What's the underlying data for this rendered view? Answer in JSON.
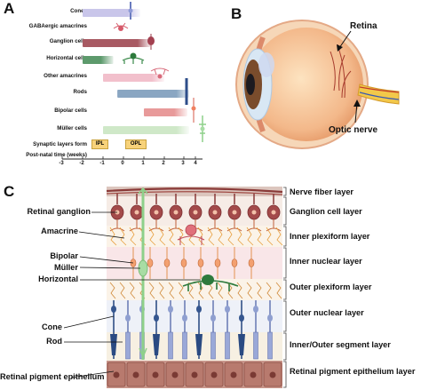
{
  "panel_a": {
    "letter": "A",
    "rows": [
      {
        "label": "Cones",
        "start": -2,
        "end": 0.8,
        "color": "#c9c6ea"
      },
      {
        "label": "GABAergic amacrines",
        "start": null,
        "end": null,
        "color": null
      },
      {
        "label": "Ganglion cells",
        "start": -2,
        "end": 1.3,
        "color": "#a85a63"
      },
      {
        "label": "Horizontal cells",
        "start": -2,
        "end": -0.5,
        "color": "#5d9a6c"
      },
      {
        "label": "Other amacrines",
        "start": -1,
        "end": 2.0,
        "color": "#f2c0cc"
      },
      {
        "label": "Rods",
        "start": -0.3,
        "end": 3.2,
        "color": "#8aa6c2"
      },
      {
        "label": "Bipolar cells",
        "start": 1.0,
        "end": 3.1,
        "color": "#e89a9a"
      },
      {
        "label": "Müller cells",
        "start": -1,
        "end": 3.2,
        "color": "#cfe8c8"
      },
      {
        "label": "Synaptic layers form",
        "start": null,
        "end": null,
        "color": null
      }
    ],
    "synaptic_tags": [
      {
        "label": "IPL",
        "at": -0.7
      },
      {
        "label": "OPL",
        "at": 0.9
      }
    ],
    "axis_label": "Post-natal time (weeks)",
    "ticks": [
      "-3",
      "-2",
      "-1",
      "0",
      "1",
      "2",
      "3",
      "4"
    ]
  },
  "panel_b": {
    "letter": "B",
    "labels": {
      "retina": "Retina",
      "optic_nerve": "Optic nerve"
    }
  },
  "panel_c": {
    "letter": "C",
    "layers": [
      "Nerve fiber layer",
      "Ganglion cell layer",
      "Inner plexiform layer",
      "Inner nuclear layer",
      "Outer plexiform layer",
      "Outer nuclear layer",
      "Inner/Outer segment layer",
      "Retinal pigment epithelium layer"
    ],
    "cells": [
      "Retinal ganglion",
      "Amacrine",
      "Bipolar",
      "Müller",
      "Horizontal",
      "Cone",
      "Rod",
      "Retinal pigment epithelium"
    ]
  }
}
